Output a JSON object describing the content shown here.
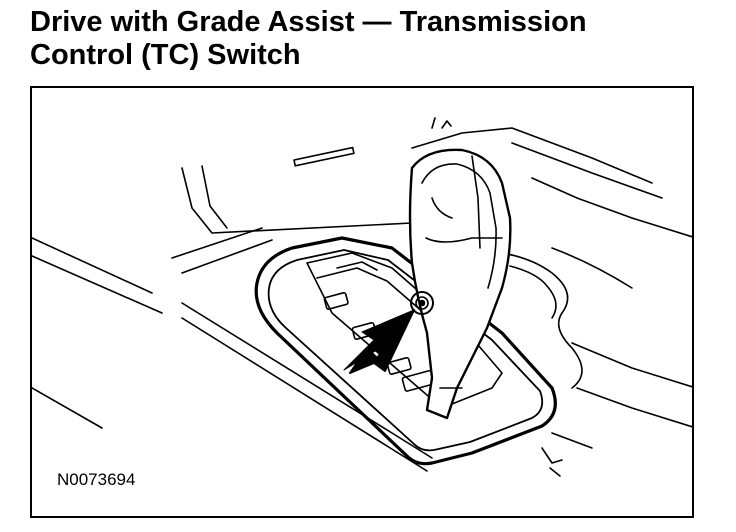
{
  "figure": {
    "title_line1": "Drive with Grade Assist — Transmission",
    "title_line2": "Control (TC) Switch",
    "reference_code": "N0073694"
  }
}
